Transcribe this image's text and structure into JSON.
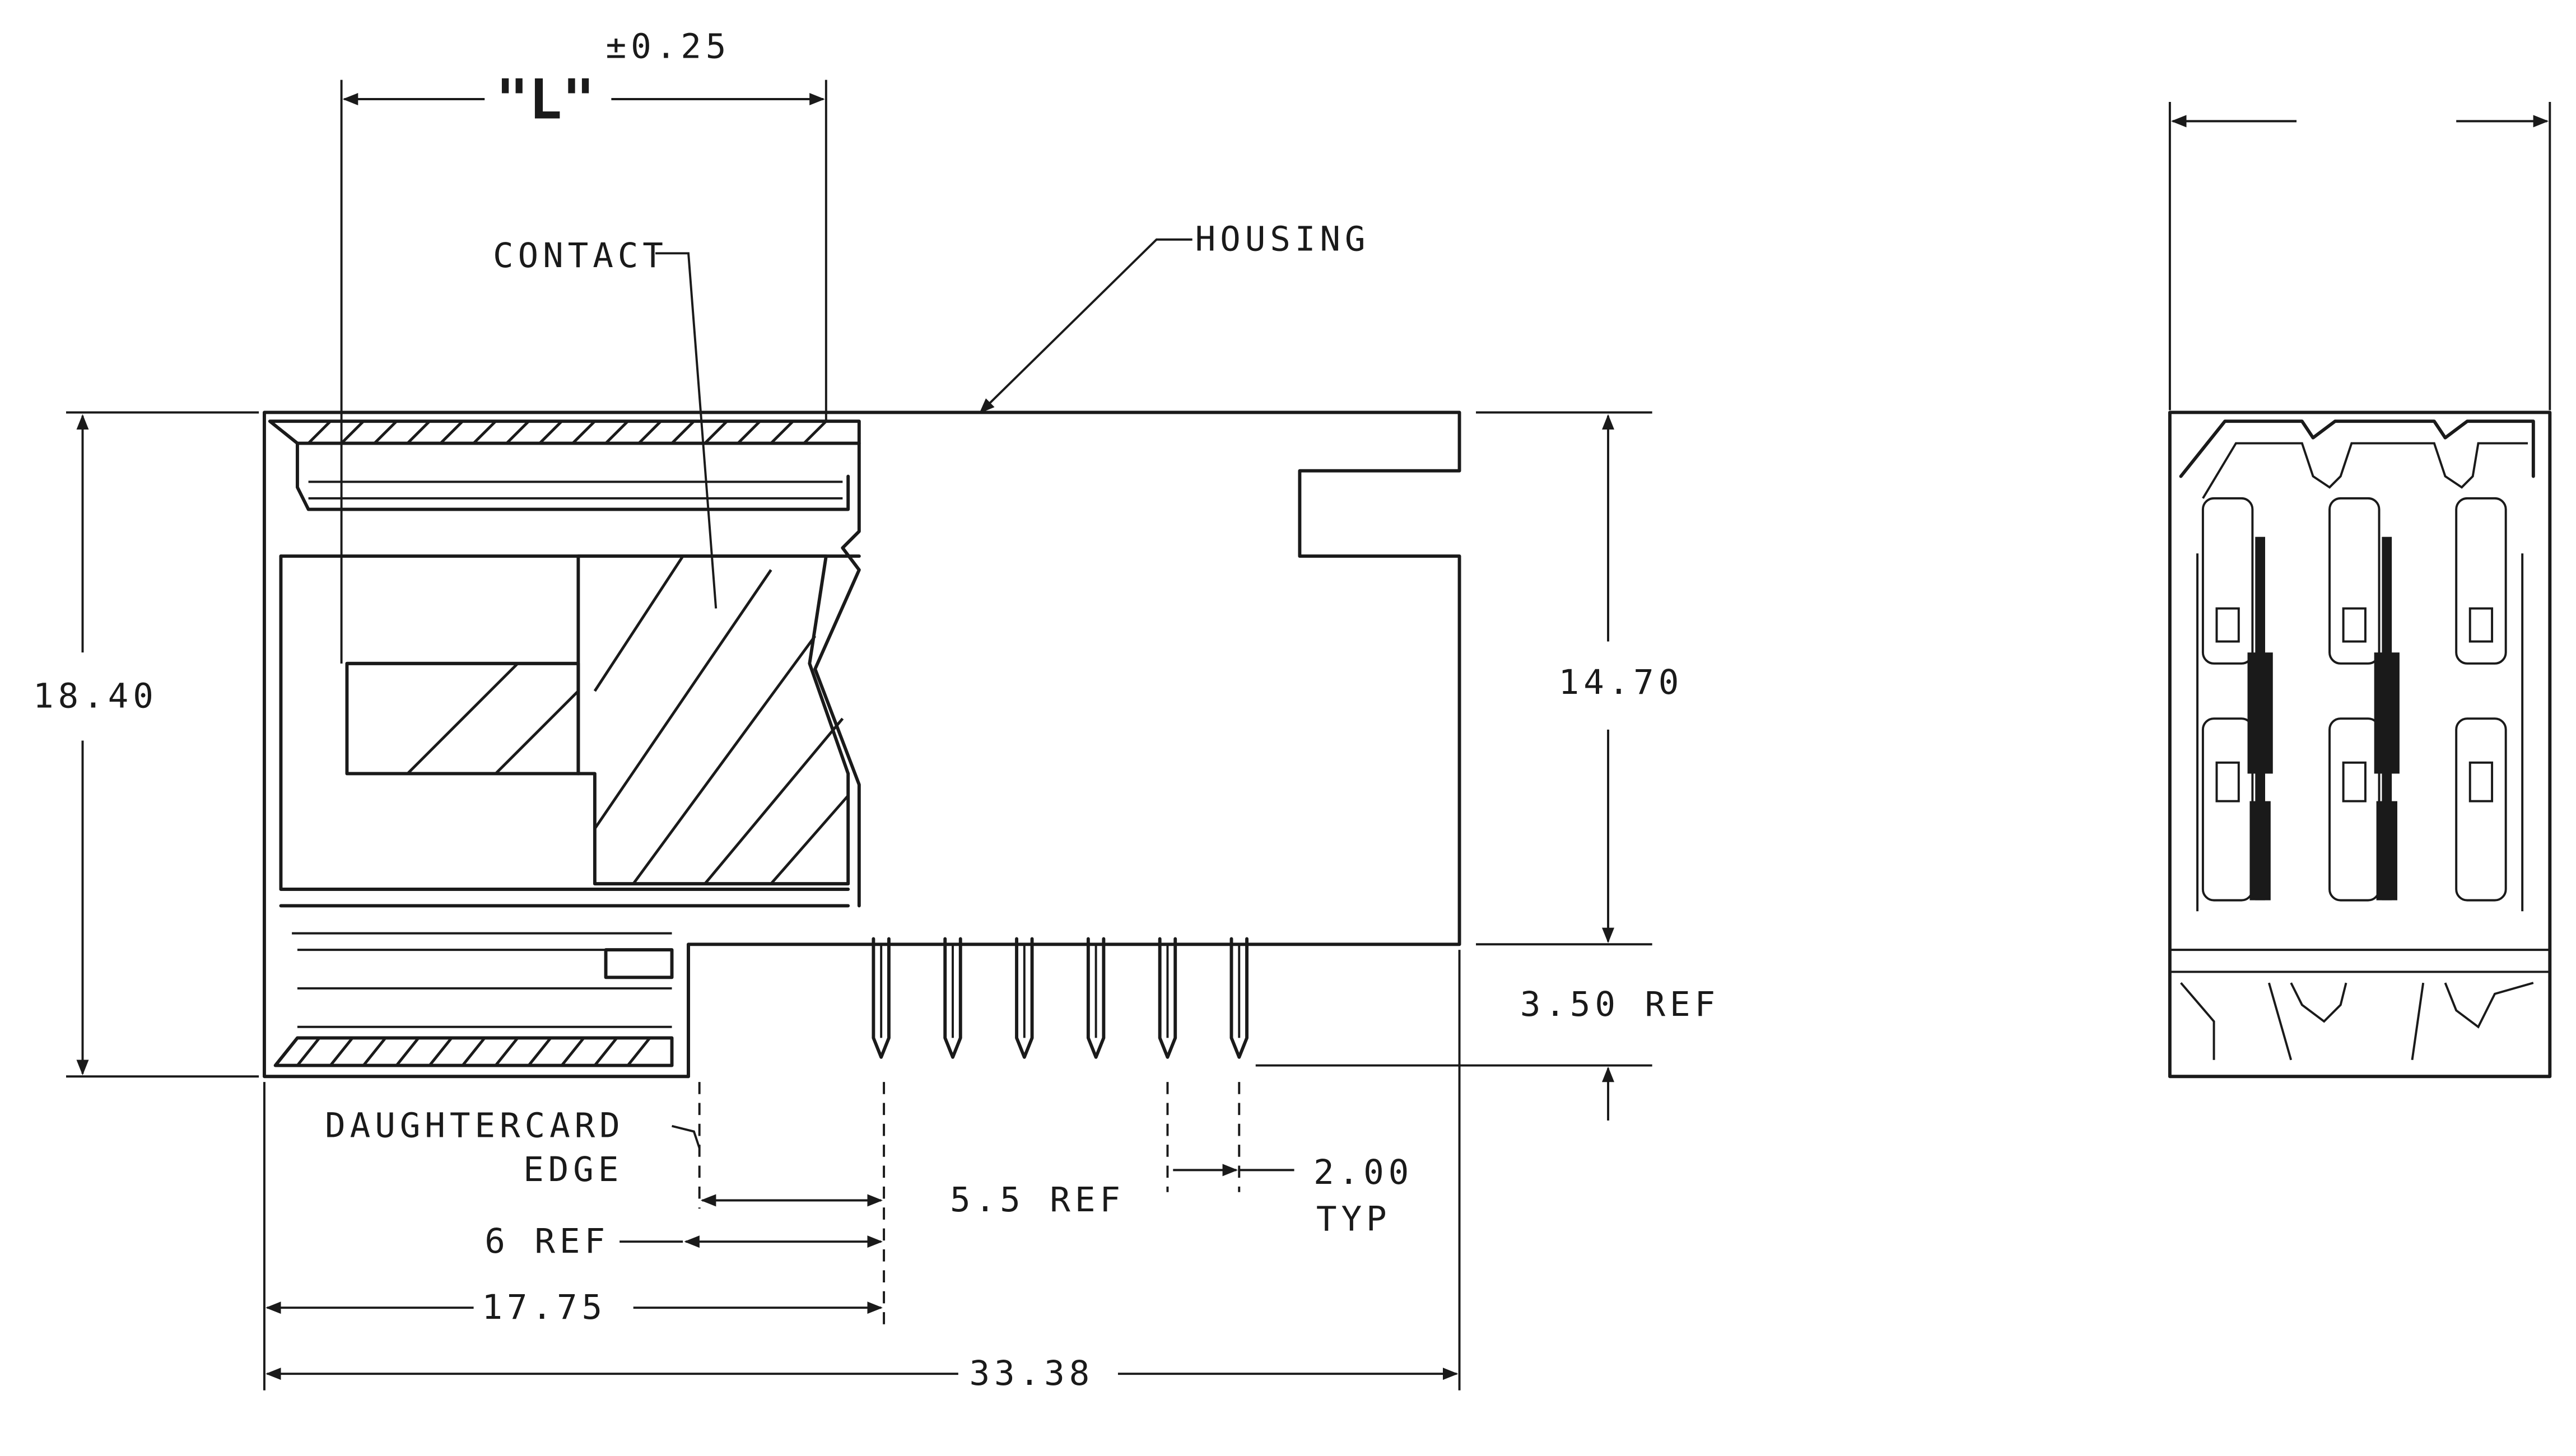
{
  "labels": {
    "l_dim": "\"L\"",
    "tolerance": "±0.25",
    "contact": "CONTACT",
    "housing": "HOUSING",
    "height_total": "18.40",
    "height_body": "14.70",
    "pin_length": "3.50 REF",
    "daughtercard_line1": "DAUGHTERCARD",
    "daughtercard_line2": "EDGE",
    "offset_5_5": "5.5 REF",
    "pitch_value": "2.00",
    "pitch_note": "TYP",
    "offset_6": "6 REF",
    "width_17_75": "17.75",
    "width_total": "33.38"
  },
  "colors": {
    "ink": "#1a1a1a",
    "paper": "#ffffff"
  },
  "pins": {
    "count": 6
  },
  "end_view": {
    "contact_columns": 2,
    "slot_columns": 3
  }
}
